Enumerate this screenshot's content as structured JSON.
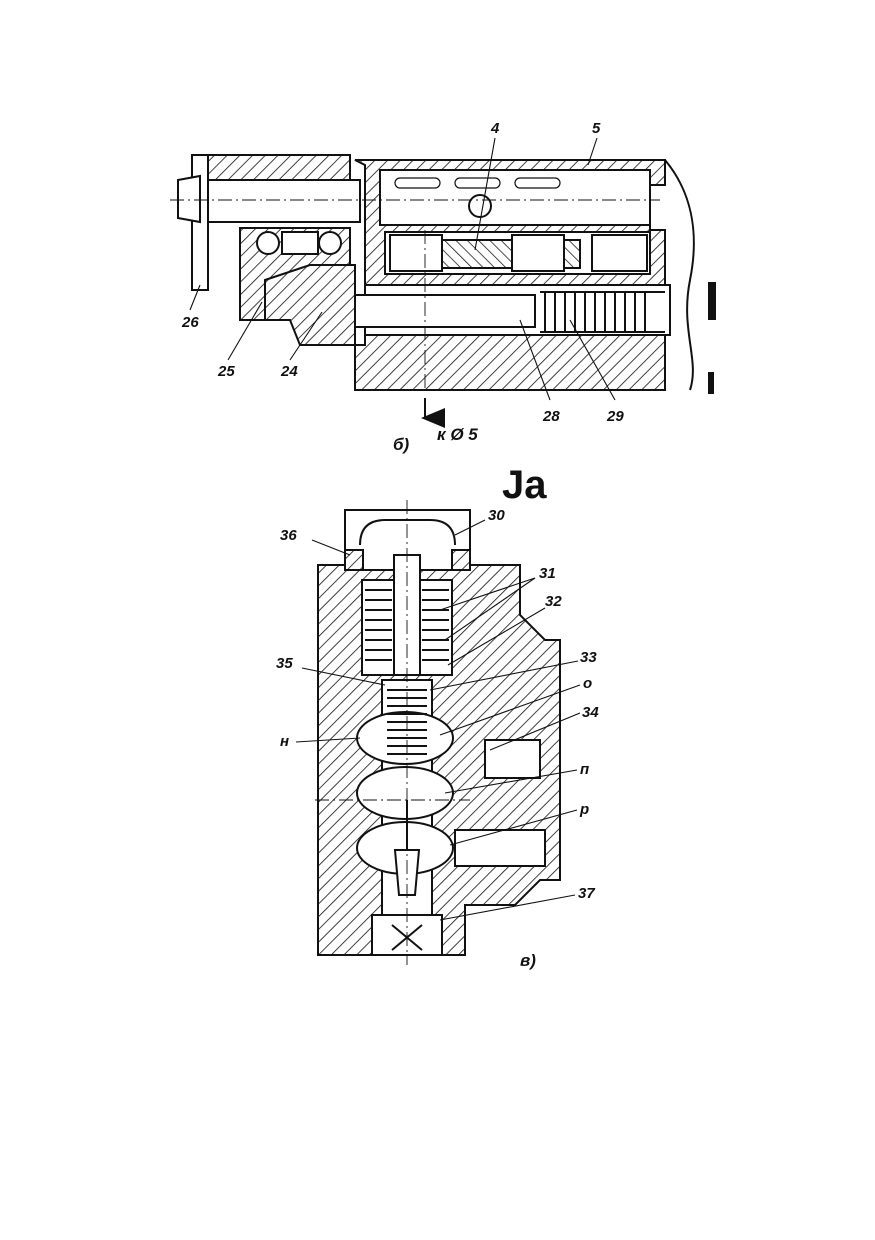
{
  "figure_b": {
    "caption": "б)",
    "arrow_label": "к Ø 5",
    "callouts": [
      "4",
      "5",
      "26",
      "25",
      "24",
      "28",
      "29"
    ]
  },
  "figure_v": {
    "caption": "в)",
    "callouts": [
      "30",
      "36",
      "31",
      "32",
      "35",
      "33",
      "о",
      "н",
      "34",
      "п",
      "р",
      "37"
    ]
  },
  "fragment_text": "Ja"
}
